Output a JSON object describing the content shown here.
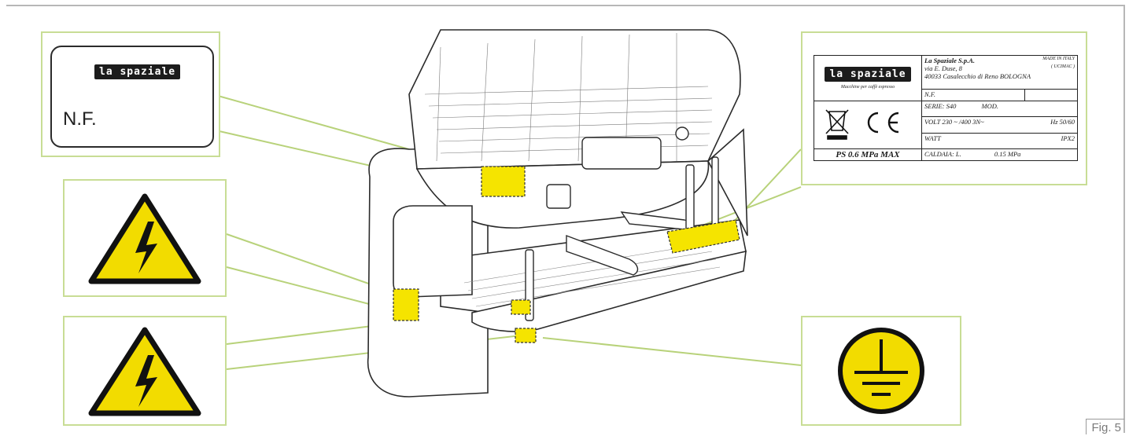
{
  "brand_text": "la spaziale",
  "nf_label": {
    "logo": "la spaziale",
    "text": "N.F."
  },
  "rating_plate": {
    "logo": "la spaziale",
    "tagline": "Macchine per caffè espresso",
    "company": "La Spaziale S.p.A.",
    "made_in": "MADE IN ITALY",
    "made_in_sub": "( UCIMAC )",
    "address_1": "via E. Duse, 8",
    "address_2": "40033 Casalecchio di Reno BOLOGNA",
    "nf": "N.F.",
    "serie": "SERIE: S40",
    "mod": "MOD.",
    "volt": "VOLT 230 ~ /400 3N~",
    "hz": "Hz 50/60",
    "watt": "WATT",
    "ip": "IPX2",
    "ps": "PS 0.6 MPa MAX",
    "caldaia": "CALDAIA: L.",
    "caldaia_mpa": "0.15 MPa"
  },
  "symbols": {
    "warning_top": "electrical-hazard",
    "warning_bottom": "electrical-hazard",
    "ground": "ground"
  },
  "colors": {
    "accent_yellow": "#f5e400",
    "callout_green": "#c8dd95",
    "line": "#333333"
  },
  "figure_label": "Fig. 5"
}
